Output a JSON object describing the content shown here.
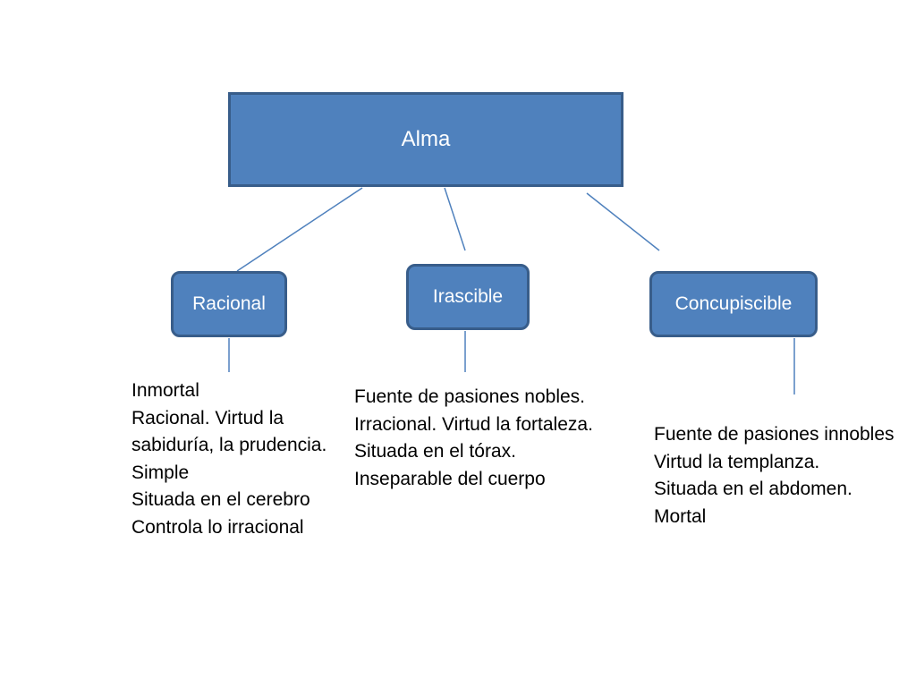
{
  "root": {
    "label": "Alma"
  },
  "branches": [
    {
      "label": "Racional",
      "lines": [
        "Inmortal",
        "Racional. Virtud la",
        "sabiduría, la prudencia.",
        "Simple",
        "Situada en el cerebro",
        "Controla lo irracional"
      ]
    },
    {
      "label": "Irascible",
      "lines": [
        "Fuente de pasiones nobles.",
        "Irracional. Virtud la fortaleza.",
        "Situada en el tórax.",
        "Inseparable del cuerpo"
      ]
    },
    {
      "label": "Concupiscible",
      "lines": [
        "Fuente de pasiones innobles",
        "Virtud la templanza.",
        "Situada en el abdomen.",
        "Mortal"
      ]
    }
  ],
  "colors": {
    "box_fill": "#4f81bd",
    "box_border": "#385d8a",
    "connector": "#4f81bd",
    "box_text": "#ffffff",
    "body_text": "#000000"
  }
}
